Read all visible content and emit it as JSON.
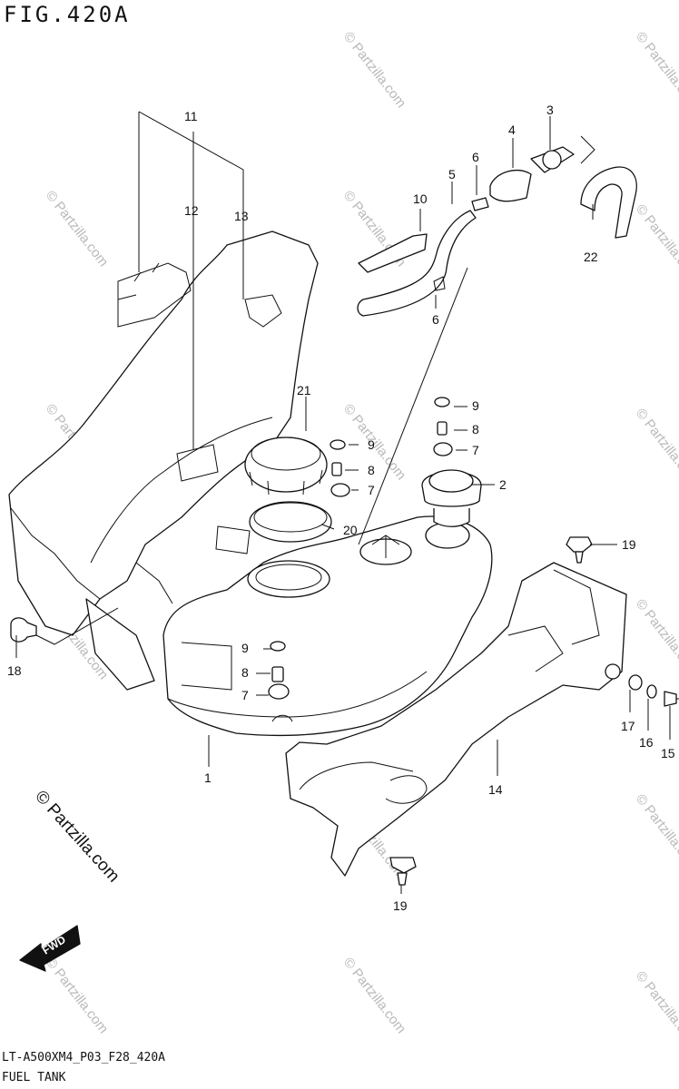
{
  "figure": {
    "title": "FIG.420A",
    "code": "LT-A500XM4_P03_F28_420A",
    "name": "FUEL TANK"
  },
  "callouts": [
    {
      "id": "c11",
      "text": "11"
    },
    {
      "id": "c12",
      "text": "12"
    },
    {
      "id": "c13",
      "text": "13"
    },
    {
      "id": "c21",
      "text": "21"
    },
    {
      "id": "c20",
      "text": "20"
    },
    {
      "id": "c10",
      "text": "10"
    },
    {
      "id": "c5",
      "text": "5"
    },
    {
      "id": "c6a",
      "text": "6"
    },
    {
      "id": "c4",
      "text": "4"
    },
    {
      "id": "c3",
      "text": "3"
    },
    {
      "id": "c22",
      "text": "22"
    },
    {
      "id": "c6b",
      "text": "6"
    },
    {
      "id": "c9a",
      "text": "9"
    },
    {
      "id": "c8a",
      "text": "8"
    },
    {
      "id": "c7a",
      "text": "7"
    },
    {
      "id": "c9b",
      "text": "9"
    },
    {
      "id": "c8b",
      "text": "8"
    },
    {
      "id": "c7b",
      "text": "7"
    },
    {
      "id": "c2",
      "text": "2"
    },
    {
      "id": "c19a",
      "text": "19"
    },
    {
      "id": "c9c",
      "text": "9"
    },
    {
      "id": "c8c",
      "text": "8"
    },
    {
      "id": "c7c",
      "text": "7"
    },
    {
      "id": "c1",
      "text": "1"
    },
    {
      "id": "c18",
      "text": "18"
    },
    {
      "id": "c14",
      "text": "14"
    },
    {
      "id": "c17",
      "text": "17"
    },
    {
      "id": "c16",
      "text": "16"
    },
    {
      "id": "c15",
      "text": "15"
    },
    {
      "id": "c19b",
      "text": "19"
    }
  ],
  "watermark": {
    "text": "© Partzilla.com",
    "color": "#b9b9b9"
  },
  "fwd_label": "FWD",
  "icons": [
    "fwd-arrow-icon"
  ]
}
